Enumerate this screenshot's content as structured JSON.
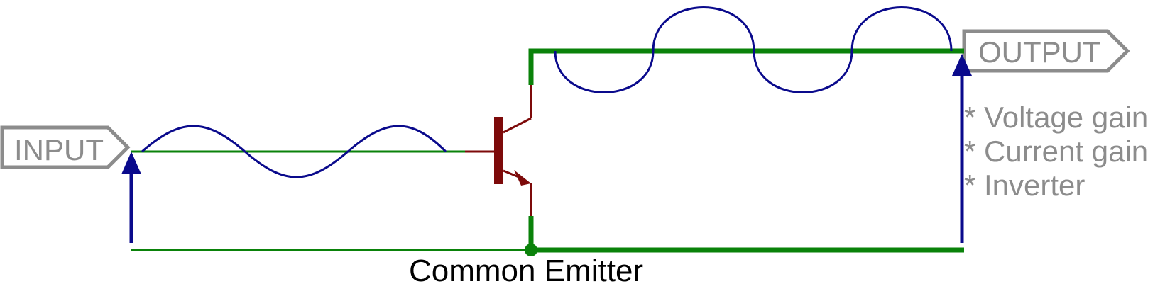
{
  "diagram": {
    "input_label": "INPUT",
    "output_label": "OUTPUT",
    "caption": "Common Emitter",
    "notes": [
      "* Voltage gain",
      "* Current gain",
      "* Inverter"
    ]
  },
  "colors": {
    "wire": "#0a820a",
    "transistor": "#7d0a0a",
    "signal": "#0a0a8c",
    "port": "#8c8c8c",
    "caption": "#000000"
  }
}
